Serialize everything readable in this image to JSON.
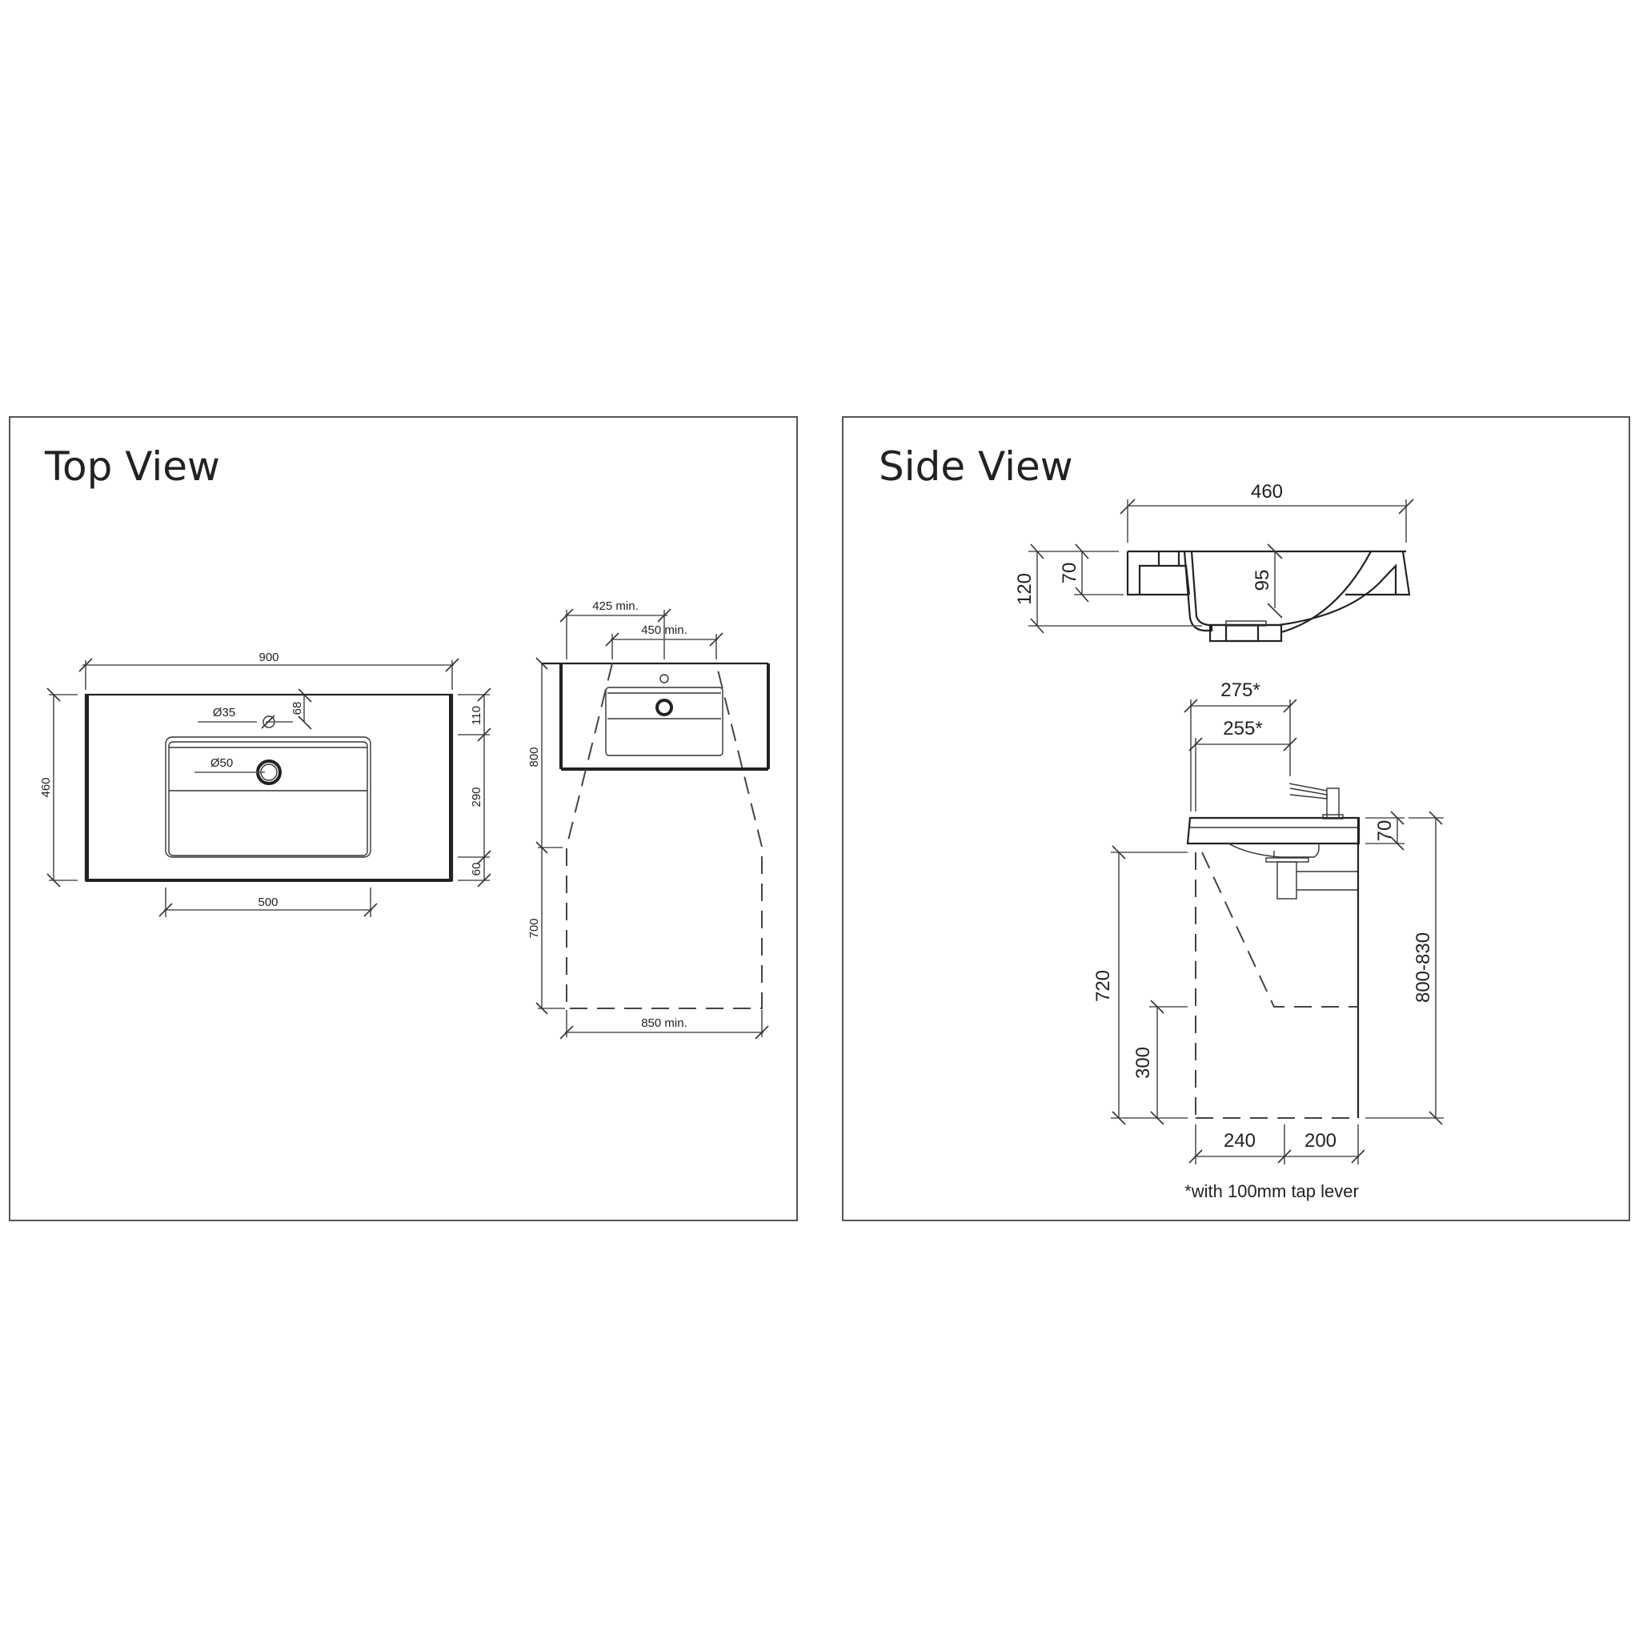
{
  "top_view": {
    "title": "Top View",
    "basin_plan": {
      "overall_width": "900",
      "overall_depth": "460",
      "tap_hole_diameter": "Ø35",
      "tap_hole_offset": "68",
      "waste_diameter": "Ø50",
      "bowl_width": "500",
      "rear_margin": "110",
      "bowl_depth": "290",
      "front_margin": "60"
    },
    "clearance": {
      "left_clearance": "425 min.",
      "bowl_clearance": "450 min.",
      "upper_height": "800",
      "lower_height": "700",
      "knee_width": "850 min."
    }
  },
  "side_view": {
    "title": "Side View",
    "section": {
      "depth": "460",
      "total_height": "120",
      "rim_height": "70",
      "bowl_height": "95"
    },
    "elevation": {
      "reach_with_lever": "275*",
      "reach_to_spout": "255*",
      "rim_thickness": "70",
      "rim_height_range": "800-830",
      "knee_clearance": "720",
      "toe_clearance": "300",
      "toe_depth": "240",
      "knee_depth": "200"
    },
    "footnote": "*with 100mm tap lever"
  }
}
